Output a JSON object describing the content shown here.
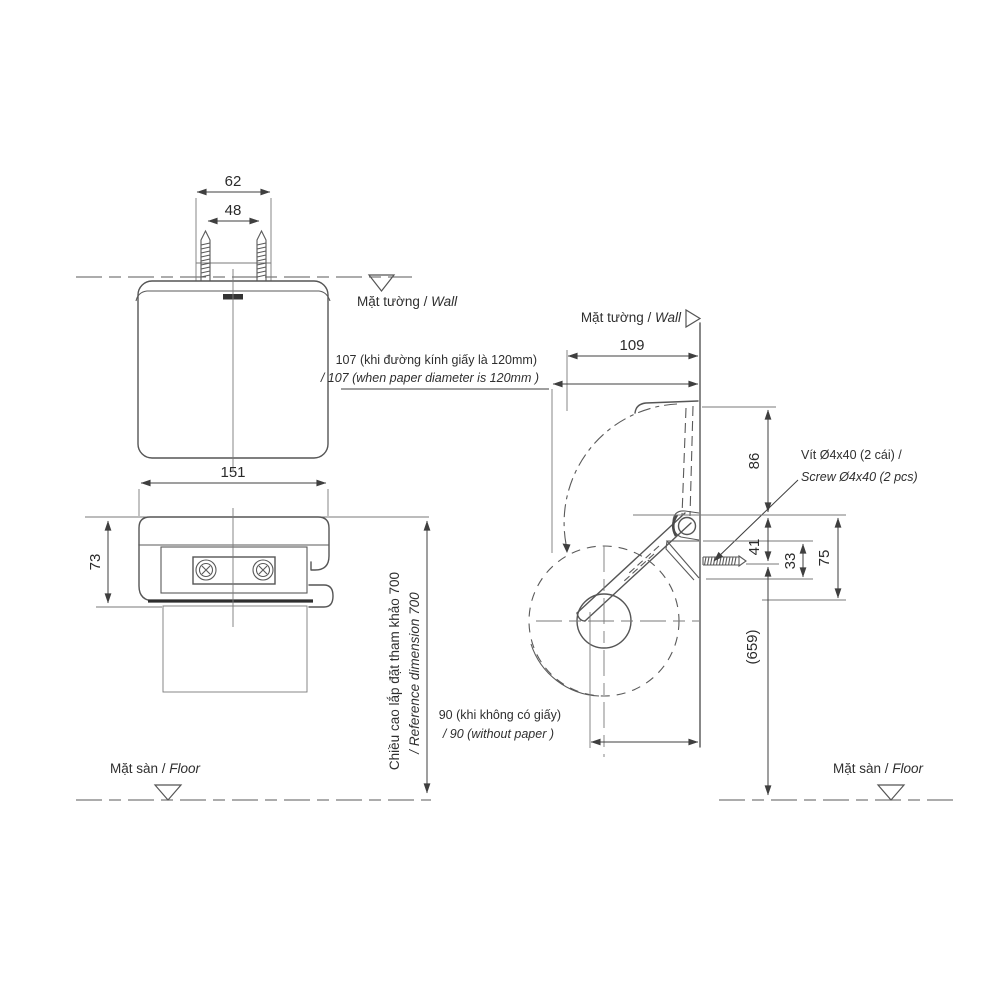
{
  "colors": {
    "background": "#ffffff",
    "line": "#555555",
    "dimension_line": "#3f3f3f",
    "text": "#2f2f2f"
  },
  "top_view": {
    "dim_62": "62",
    "dim_48": "48",
    "wall_label_vi": "Mặt tường / ",
    "wall_label_en": "Wall"
  },
  "front_view": {
    "dim_151": "151",
    "dim_73": "73"
  },
  "side_view": {
    "wall_label_vi": "Mặt tường / ",
    "wall_label_en": "Wall",
    "dim_109": "109",
    "note_107_vi": "107 (khi đường kính giấy là 120mm)",
    "note_107_en": "/ 107 (when  paper diameter is 120mm )",
    "screw_note_vi": "Vít Ø4x40 (2 cái) /",
    "screw_note_en": "Screw Ø4x40 (2 pcs)",
    "dim_86": "86",
    "dim_41": "41",
    "dim_33": "33",
    "dim_75": "75",
    "dim_659": "(659)",
    "note_90_vi": "90 (khi không có giấy)",
    "note_90_en": "/ 90 (without paper )"
  },
  "reference_height": {
    "vi": "Chiều cao lắp đặt tham khảo 700",
    "en": "/ Reference dimension 700"
  },
  "floor": {
    "left_vi": "Mặt sàn / ",
    "left_en": "Floor",
    "right_vi": "Mặt sàn / ",
    "right_en": "Floor"
  }
}
